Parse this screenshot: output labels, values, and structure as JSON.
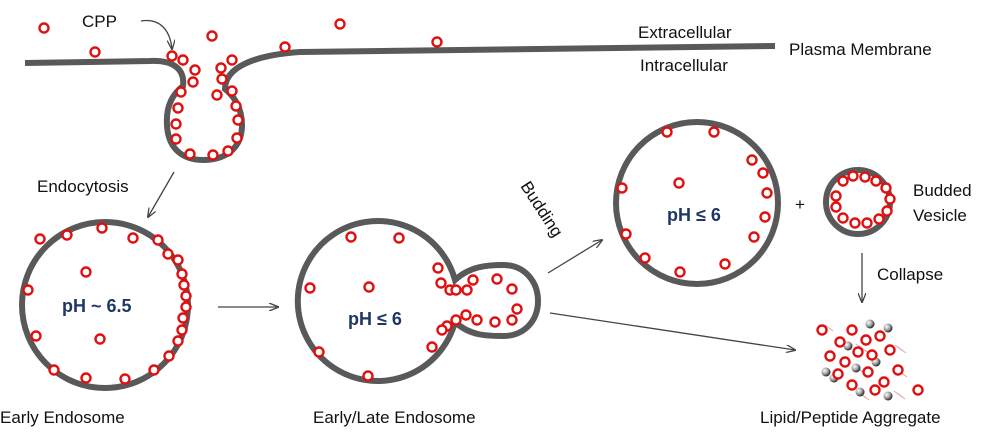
{
  "labels": {
    "cpp": "CPP",
    "extracellular": "Extracellular",
    "intracellular": "Intracellular",
    "plasma_membrane": "Plasma Membrane",
    "endocytosis": "Endocytosis",
    "budding": "Budding",
    "plus": "+",
    "budded_vesicle_line1": "Budded",
    "budded_vesicle_line2": "Vesicle",
    "collapse": "Collapse",
    "early_endosome": "Early Endosome",
    "early_late_endosome": "Early/Late Endosome",
    "aggregate": "Lipid/Peptide Aggregate"
  },
  "ph": {
    "early": "pH ~ 6.5",
    "early_late": "pH ≤ 6",
    "budded": "pH ≤ 6"
  },
  "colors": {
    "membrane": "#595959",
    "peptide": "#e01010",
    "ph_text": "#1f3764",
    "arrow": "#444444"
  }
}
